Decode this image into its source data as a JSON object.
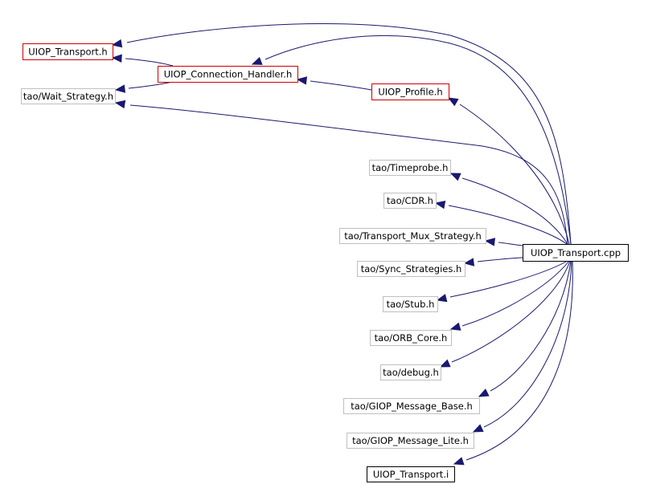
{
  "colors": {
    "edge": "#191970",
    "border_red": "#cc0000",
    "border_gray": "#bfbfbf",
    "border_black": "#000000",
    "root_fill": "#000000",
    "root_text": "#ffffff",
    "text": "#000000"
  },
  "graph": {
    "root": {
      "id": "root",
      "label": "UIOP_Transport.cpp"
    },
    "nodes": [
      {
        "id": "transport_h",
        "label": "UIOP_Transport.h",
        "border": "red"
      },
      {
        "id": "conn_handler_h",
        "label": "UIOP_Connection_Handler.h",
        "border": "red"
      },
      {
        "id": "wait_strategy_h",
        "label": "tao/Wait_Strategy.h",
        "border": "gray"
      },
      {
        "id": "profile_h",
        "label": "UIOP_Profile.h",
        "border": "red"
      },
      {
        "id": "timeprobe_h",
        "label": "tao/Timeprobe.h",
        "border": "gray"
      },
      {
        "id": "cdr_h",
        "label": "tao/CDR.h",
        "border": "gray"
      },
      {
        "id": "transport_mux_h",
        "label": "tao/Transport_Mux_Strategy.h",
        "border": "gray"
      },
      {
        "id": "sync_strategies_h",
        "label": "tao/Sync_Strategies.h",
        "border": "gray"
      },
      {
        "id": "stub_h",
        "label": "tao/Stub.h",
        "border": "gray"
      },
      {
        "id": "orb_core_h",
        "label": "tao/ORB_Core.h",
        "border": "gray"
      },
      {
        "id": "debug_h",
        "label": "tao/debug.h",
        "border": "gray"
      },
      {
        "id": "giop_message_base_h",
        "label": "tao/GIOP_Message_Base.h",
        "border": "gray"
      },
      {
        "id": "giop_message_lite_h",
        "label": "tao/GIOP_Message_Lite.h",
        "border": "gray"
      },
      {
        "id": "transport_i",
        "label": "UIOP_Transport.i",
        "border": "black"
      }
    ],
    "edges": [
      {
        "from": "root",
        "to": "transport_h"
      },
      {
        "from": "root",
        "to": "conn_handler_h"
      },
      {
        "from": "root",
        "to": "wait_strategy_h"
      },
      {
        "from": "root",
        "to": "profile_h"
      },
      {
        "from": "root",
        "to": "timeprobe_h"
      },
      {
        "from": "root",
        "to": "cdr_h"
      },
      {
        "from": "root",
        "to": "transport_mux_h"
      },
      {
        "from": "root",
        "to": "sync_strategies_h"
      },
      {
        "from": "root",
        "to": "stub_h"
      },
      {
        "from": "root",
        "to": "orb_core_h"
      },
      {
        "from": "root",
        "to": "debug_h"
      },
      {
        "from": "root",
        "to": "giop_message_base_h"
      },
      {
        "from": "root",
        "to": "giop_message_lite_h"
      },
      {
        "from": "root",
        "to": "transport_i"
      },
      {
        "from": "conn_handler_h",
        "to": "transport_h"
      },
      {
        "from": "conn_handler_h",
        "to": "wait_strategy_h"
      },
      {
        "from": "profile_h",
        "to": "conn_handler_h"
      }
    ]
  }
}
